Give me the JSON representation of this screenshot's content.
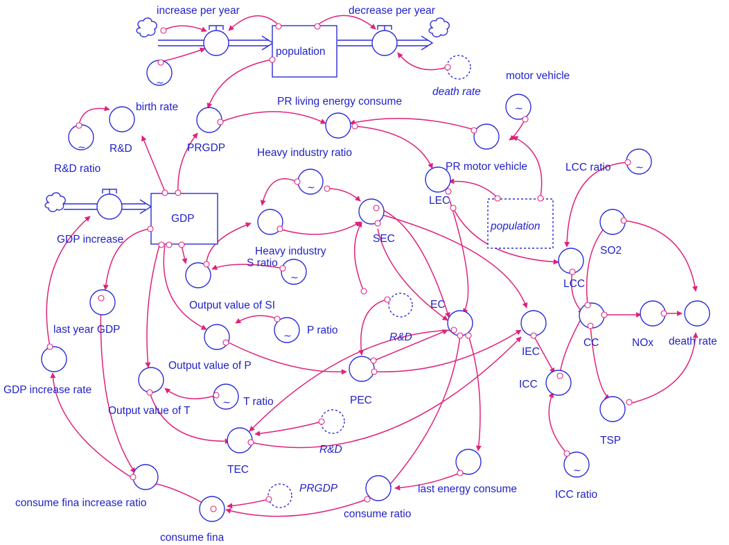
{
  "labels": {
    "increase_per_year": "increase per year",
    "decrease_per_year": "decrease per year",
    "population": "population",
    "birth_rate": "birth rate",
    "death_rate_shadow": "death rate",
    "motor_vehicle": "motor vehicle",
    "r_and_d": "R&D",
    "r_and_d_ratio": "R&D ratio",
    "prgdp": "PRGDP",
    "pr_living_energy": "PR living energy consume",
    "heavy_industry_ratio": "Heavy industry ratio",
    "pr_motor_vehicle": "PR motor vehicle",
    "lcc_ratio": "LCC ratio",
    "gdp": "GDP",
    "gdp_increase": "GDP increase",
    "lec": "LEC",
    "sec": "SEC",
    "population_shadow": "population",
    "so2": "SO2",
    "heavy_industry": "Heavy industry",
    "s_ratio": "S ratio",
    "lcc": "LCC",
    "output_value_si": "Output value of SI",
    "ec": "EC",
    "last_year_gdp": "last year GDP",
    "p_ratio": "P ratio",
    "r_and_d_shadow_1": "R&D",
    "iec": "IEC",
    "cc": "CC",
    "nox": "NOx",
    "death_rate": "death rate",
    "output_value_p": "Output value of P",
    "gdp_increase_rate": "GDP increase rate",
    "pec": "PEC",
    "icc": "ICC",
    "t_ratio": "T ratio",
    "output_value_t": "Output value of T",
    "tsp": "TSP",
    "r_and_d_shadow_2": "R&D",
    "tec": "TEC",
    "icc_ratio": "ICC ratio",
    "last_energy_consume": "last energy consume",
    "prgdp_shadow": "PRGDP",
    "consume_fina_increase_ratio": "consume fina increase ratio",
    "consume_ratio": "consume ratio",
    "consume_fina": "consume fina"
  },
  "colors": {
    "node_stroke": "#2b2bd9",
    "label_text": "#1f1fc8",
    "link_arrow": "#e0207a"
  },
  "icons": {
    "source_sink": "cloud-icon",
    "valve": "valve-icon",
    "lookup": "tilde-icon"
  }
}
